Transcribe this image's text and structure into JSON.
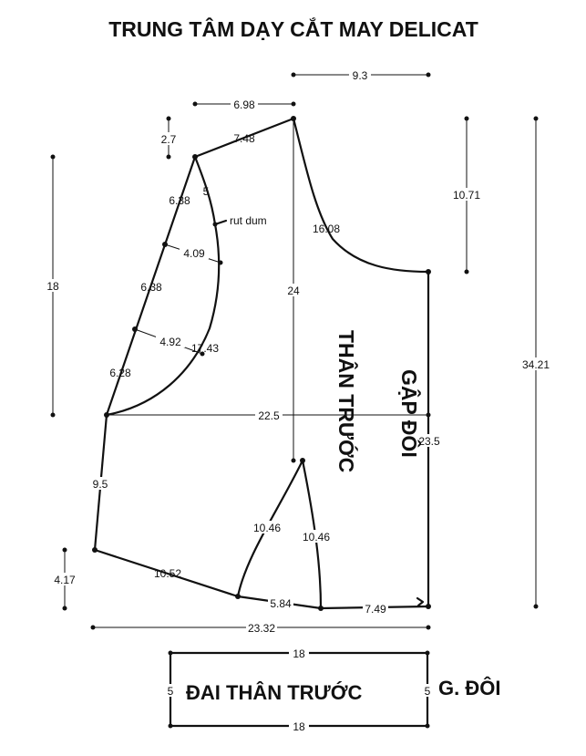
{
  "title": "TRUNG TÂM DẠY CẮT MAY DELICAT",
  "labels": {
    "top_width": "9.3",
    "neck_width": "6.98",
    "neck_drop": "2.7",
    "shoulder": "7.48",
    "armhole_upper_seg": "6.38",
    "dart_len": "5",
    "dart_note": "rut dum",
    "armhole_mid_seg": "6.38",
    "armhole_depth_1": "4.09",
    "armhole_depth_2": "4.92",
    "armhole_curve": "17.43",
    "armhole_lower_seg": "6.28",
    "neck_depth": "10.71",
    "neck_curve": "16.08",
    "center_line": "24",
    "armhole_height": "18",
    "total_length": "34.21",
    "chest_width": "22.5",
    "fold_length": "23.5",
    "side_seam": "9.5",
    "hem_drop": "4.17",
    "hem_side": "10.52",
    "dart_left": "10.46",
    "dart_right": "10.46",
    "hem_mid": "5.84",
    "hem_fold": "7.49",
    "hem_width": "23.32",
    "band_top": "18",
    "band_bottom": "18",
    "band_left": "5",
    "band_right": "5"
  },
  "piece_name": "THÂN TRƯỚC",
  "fold_label": "GẬP ĐÔI",
  "band_name": "ĐAI THÂN TRƯỚC",
  "band_fold": "G. ĐÔI"
}
